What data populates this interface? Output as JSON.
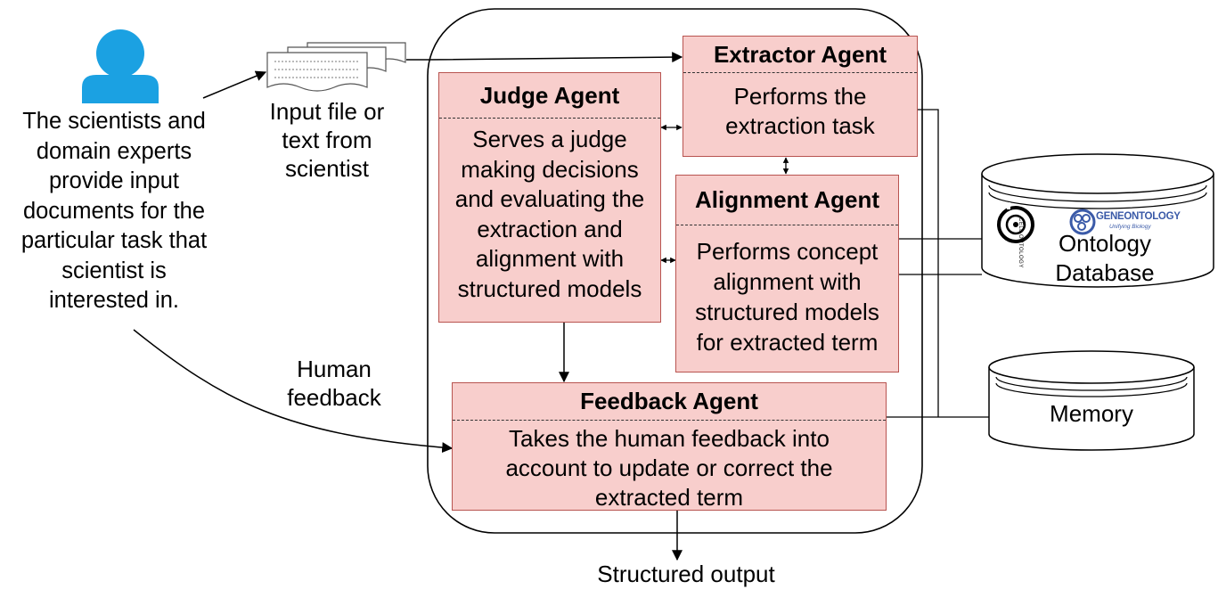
{
  "scientist": {
    "icon": "person-icon",
    "description": "The scientists and\ndomain experts\nprovide input\ndocuments for the\nparticular task that\nscientist is\ninterested in."
  },
  "input_doc": {
    "icon": "documents-icon",
    "label": "Input file or\ntext from\nscientist"
  },
  "human_feedback_label": "Human\nfeedback",
  "agents": {
    "extractor": {
      "title": "Extractor Agent",
      "body": "Performs the\nextraction task"
    },
    "judge": {
      "title": "Judge Agent",
      "body": "Serves a judge\nmaking decisions\nand evaluating the\nextraction and\nalignment with\nstructured models"
    },
    "alignment": {
      "title": "Alignment Agent",
      "body": "Performs concept\nalignment with\nstructured models\nfor extracted term"
    },
    "feedback": {
      "title": "Feedback Agent",
      "body": "Takes the human feedback into\naccount to update or correct the\nextracted term"
    }
  },
  "ontology_db": {
    "label": "Ontology\nDatabase",
    "logos": {
      "cell_ontology": "CELL ONTOLOGY",
      "gene_ontology": "GENEONTOLOGY",
      "gene_ontology_tagline": "Unifying Biology"
    }
  },
  "memory_db": {
    "label": "Memory"
  },
  "output_label": "Structured output",
  "colors": {
    "agent_fill": "#f8cecc",
    "agent_border": "#b85450",
    "person_icon": "#1ba1e2",
    "gene_ontology_blue": "#3a5aa8"
  }
}
